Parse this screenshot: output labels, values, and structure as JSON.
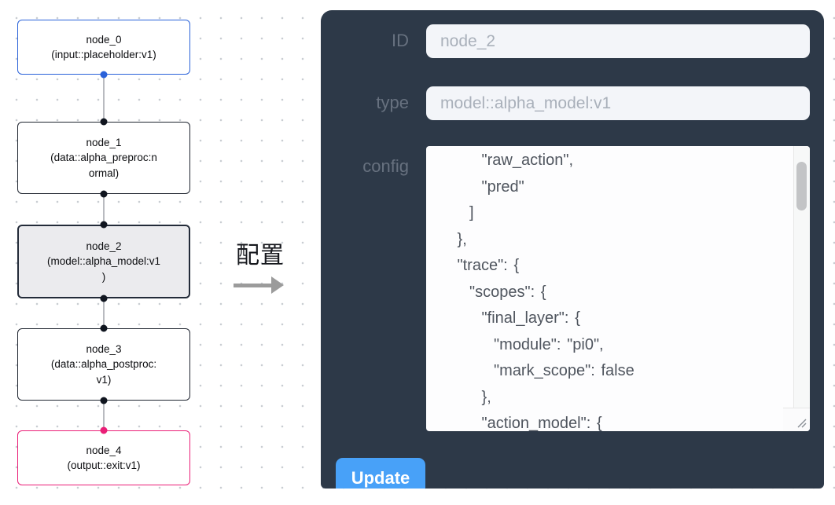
{
  "flow": {
    "nodes": [
      {
        "title": "node_0",
        "subtitle": "(input::placeholder:v1)"
      },
      {
        "title": "node_1",
        "subtitle": "(data::alpha_preproc:n\normal)"
      },
      {
        "title": "node_2",
        "subtitle": "(model::alpha_model:v1\n)",
        "selected": true
      },
      {
        "title": "node_3",
        "subtitle": "(data::alpha_postproc:\nv1)"
      },
      {
        "title": "node_4",
        "subtitle": "(output::exit:v1)"
      }
    ]
  },
  "annotation": {
    "label": "配置"
  },
  "panel": {
    "id": {
      "label": "ID",
      "value": "node_2"
    },
    "type": {
      "label": "type",
      "value": "model::alpha_model:v1"
    },
    "config": {
      "label": "config",
      "value": "      \"raw_action\",\n      \"pred\"\n    ]\n  },\n  \"trace\": {\n    \"scopes\": {\n      \"final_layer\": {\n        \"module\": \"pi0\",\n        \"mark_scope\": false\n      },\n      \"action_model\": {"
    },
    "update_label": "Update"
  },
  "colors": {
    "panel_bg": "#2d3948",
    "button_blue": "#48a1f8",
    "input_node_accent": "#2a62d9",
    "output_node_accent": "#ea1e77",
    "selected_node_bg": "#ebebee",
    "field_bg": "#f3f5f9"
  }
}
